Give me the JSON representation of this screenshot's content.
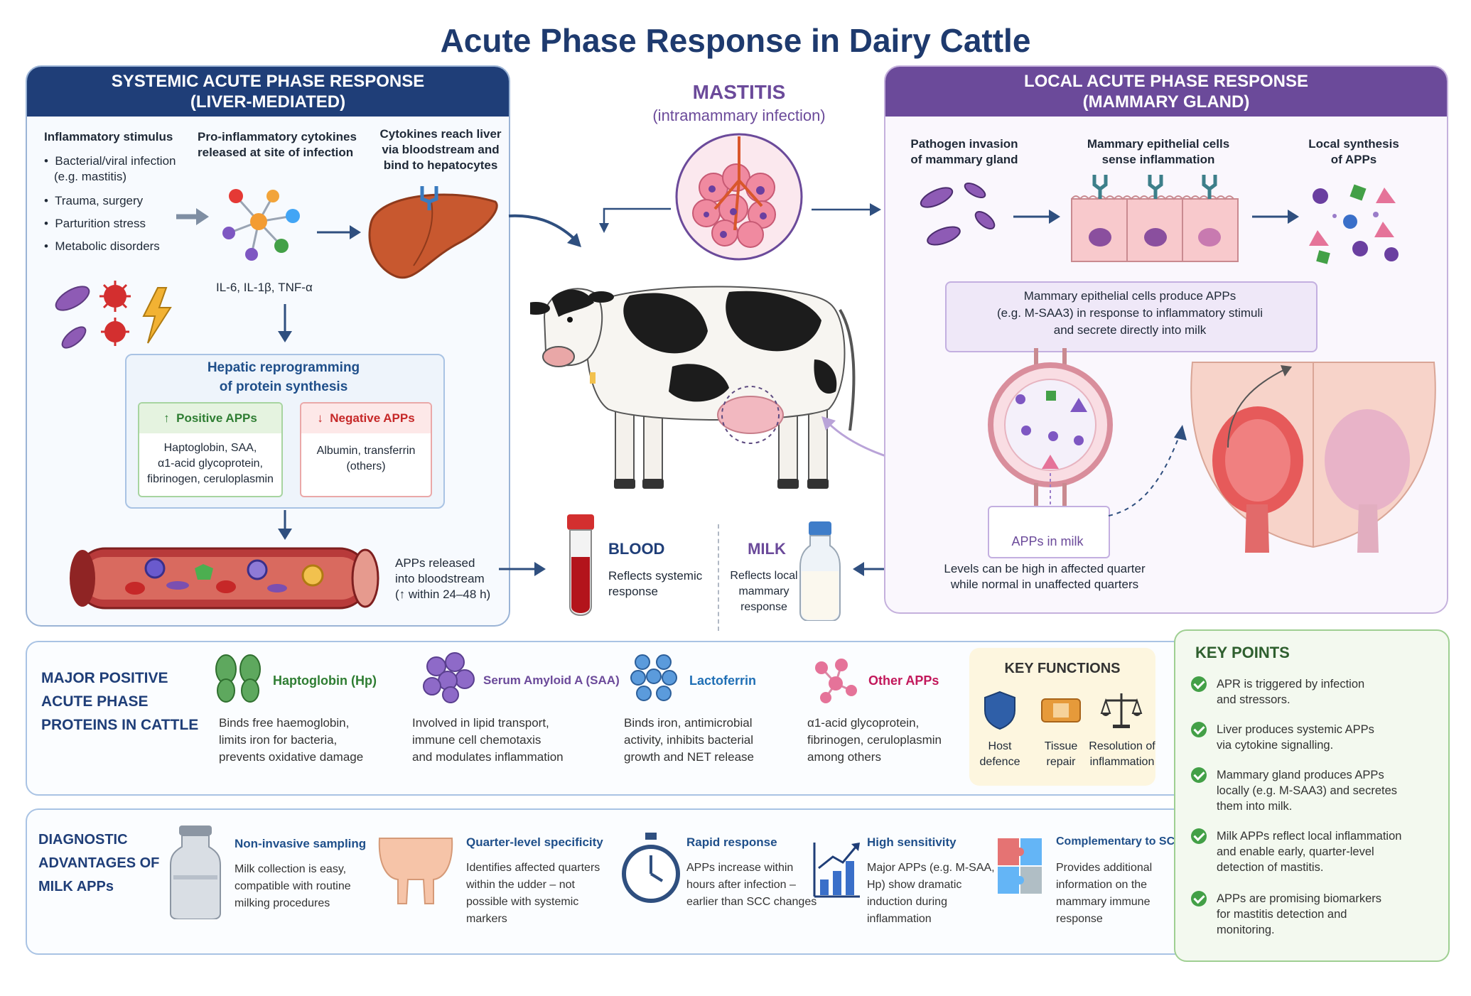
{
  "title": "Acute Phase Response in Dairy Cattle",
  "systemic": {
    "header_line1": "SYSTEMIC ACUTE PHASE RESPONSE",
    "header_line2": "(LIVER-MEDIATED)",
    "stimulus_title": "Inflammatory stimulus",
    "stimulus_items": [
      "Bacterial/viral infection",
      "(e.g. mastitis)",
      "Trauma, surgery",
      "Parturition stress",
      "Metabolic disorders"
    ],
    "cytokines_line1": "Pro-inflammatory cytokines",
    "cytokines_line2": "released at site of infection",
    "cytokine_names": "IL-6, IL-1β, TNF-α",
    "liver_line1": "Cytokines reach liver",
    "liver_line2": "via bloodstream and",
    "liver_line3": "bind to hepatocytes",
    "hepatic_line1": "Hepatic reprogramming",
    "hepatic_line2": "of protein synthesis",
    "positive_head": "Positive APPs",
    "positive_lines": [
      "Haptoglobin, SAA,",
      "α1-acid glycoprotein,",
      "fibrinogen, ceruloplasmin"
    ],
    "negative_head": "Negative APPs",
    "negative_lines": [
      "Albumin, transferrin",
      "(others)"
    ],
    "released_line1": "APPs released",
    "released_line2": "into bloodstream",
    "released_line3": "(↑ within 24–48 h)"
  },
  "mastitis": {
    "title": "MASTITIS",
    "subtitle": "(intramammary infection)"
  },
  "blood": {
    "label": "BLOOD",
    "line1": "Reflects systemic",
    "line2": "response"
  },
  "milk": {
    "label": "MILK",
    "line1": "Reflects local",
    "line2": "mammary",
    "line3": "response"
  },
  "local": {
    "header_line1": "LOCAL ACUTE PHASE RESPONSE",
    "header_line2": "(MAMMARY GLAND)",
    "pathogen_line1": "Pathogen invasion",
    "pathogen_line2": "of mammary gland",
    "epithelial_line1": "Mammary epithelial cells",
    "epithelial_line2": "sense inflammation",
    "synth_line1": "Local synthesis",
    "synth_line2": "of APPs",
    "produce_line1": "Mammary epithelial cells produce APPs",
    "produce_line2": "(e.g. M-SAA3) in response to inflammatory stimuli",
    "produce_line3": "and secrete directly into milk",
    "apps_in_milk": "APPs in milk",
    "levels_line1": "Levels can be high in affected quarter",
    "levels_line2": "while normal in unaffected quarters"
  },
  "major": {
    "title_lines": [
      "MAJOR POSITIVE",
      "ACUTE PHASE",
      "PROTEINS IN CATTLE"
    ],
    "proteins": [
      {
        "name": "Haptoglobin (Hp)",
        "lines": [
          "Binds free haemoglobin,",
          "limits iron for bacteria,",
          "prevents oxidative damage"
        ]
      },
      {
        "name": "Serum Amyloid A (SAA)",
        "lines": [
          "Involved in lipid transport,",
          "immune cell chemotaxis",
          "and modulates inflammation"
        ]
      },
      {
        "name": "Lactoferrin",
        "lines": [
          "Binds iron, antimicrobial",
          "activity, inhibits bacterial",
          "growth and NET release"
        ]
      },
      {
        "name": "Other APPs",
        "lines": [
          "α1-acid glycoprotein,",
          "fibrinogen, ceruloplasmin",
          "among others"
        ]
      }
    ]
  },
  "key_functions": {
    "title": "KEY FUNCTIONS",
    "items": [
      {
        "l1": "Host",
        "l2": "defence"
      },
      {
        "l1": "Tissue",
        "l2": "repair"
      },
      {
        "l1": "Resolution of",
        "l2": "inflammation"
      }
    ]
  },
  "key_points": {
    "title": "KEY POINTS",
    "items": [
      [
        "APR is triggered by infection",
        "and stressors."
      ],
      [
        "Liver produces systemic APPs",
        "via cytokine signalling."
      ],
      [
        "Mammary gland produces APPs",
        "locally (e.g. M-SAA3) and secretes",
        "them into milk."
      ],
      [
        "Milk APPs reflect local inflammation",
        "and enable early, quarter-level",
        "detection of mastitis."
      ],
      [
        "APPs are promising biomarkers",
        "for mastitis detection and",
        "monitoring."
      ]
    ]
  },
  "diagnostic": {
    "title_line1": "DIAGNOSTIC",
    "title_line2": "ADVANTAGES OF",
    "title_line3": "MILK APPs",
    "items": [
      {
        "name": "Non-invasive sampling",
        "lines": [
          "Milk collection is easy,",
          "compatible with routine",
          "milking procedures"
        ]
      },
      {
        "name": "Quarter-level specificity",
        "lines": [
          "Identifies affected quarters",
          "within the udder – not",
          "possible with systemic",
          "markers"
        ]
      },
      {
        "name": "Rapid response",
        "lines": [
          "APPs increase within",
          "hours after infection –",
          "earlier than SCC changes"
        ]
      },
      {
        "name": "High sensitivity",
        "lines": [
          "Major APPs (e.g. M-SAA,",
          "Hp) show dramatic",
          "induction during",
          "inflammation"
        ]
      },
      {
        "name": "Complementary to SCC",
        "lines": [
          "Provides additional",
          "information on the",
          "mammary immune",
          "response"
        ]
      }
    ]
  },
  "colors": {
    "navy": "#1f3e78",
    "purple": "#6b4a9a",
    "green": "#2e7d32",
    "red": "#c62828"
  }
}
